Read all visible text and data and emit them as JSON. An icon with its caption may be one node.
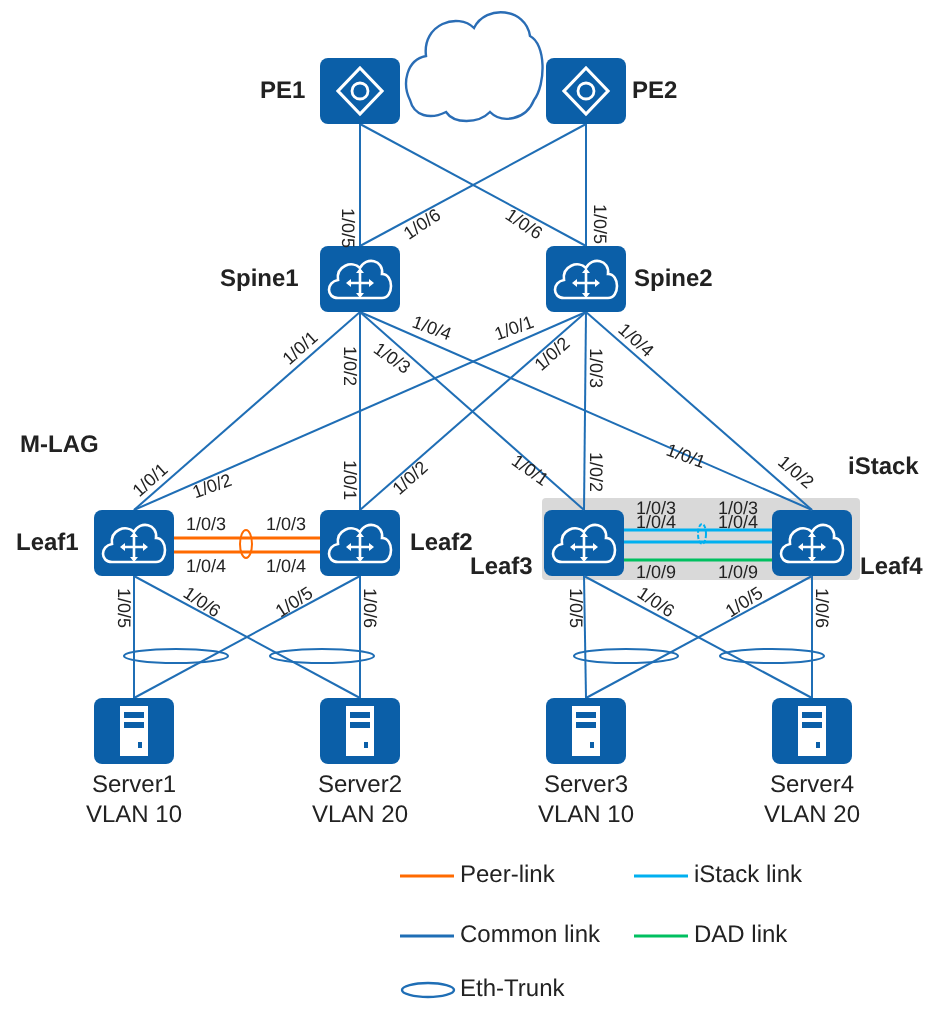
{
  "diagram": {
    "nodes": [
      {
        "text": [],
        "shape": "cloud"
      },
      {
        "text": [
          "PE1"
        ]
      },
      {
        "text": [
          "PE2"
        ]
      },
      {
        "text": [
          "Spine1"
        ]
      },
      {
        "text": [
          "Spine2"
        ]
      },
      {
        "text": [
          "Leaf1"
        ]
      },
      {
        "text": [
          "Leaf2"
        ]
      },
      {
        "text": [
          "iStack"
        ]
      },
      {
        "text": [
          "Leaf3"
        ],
        "in": 7
      },
      {
        "text": [
          "Leaf4"
        ],
        "in": 7
      },
      {
        "text": [
          "Server1 VLAN 10"
        ]
      },
      {
        "text": [
          "Server2 VLAN 20"
        ]
      },
      {
        "text": [
          "Server3 VLAN 10"
        ]
      },
      {
        "text": [
          "Server4 VLAN 20"
        ]
      }
    ],
    "edges": [
      {
        "from": 1,
        "to": 3,
        "arrow": "none"
      },
      {
        "from": 1,
        "to": 4,
        "arrow": "none"
      },
      {
        "from": 2,
        "to": 3,
        "arrow": "none"
      },
      {
        "from": 2,
        "to": 4,
        "arrow": "none"
      },
      {
        "from": 3,
        "to": 5,
        "arrow": "none"
      },
      {
        "from": 3,
        "to": 6,
        "arrow": "none"
      },
      {
        "from": 3,
        "to": 8,
        "arrow": "none"
      },
      {
        "from": 3,
        "to": 9,
        "arrow": "none"
      },
      {
        "from": 4,
        "to": 5,
        "arrow": "none"
      },
      {
        "from": 4,
        "to": 6,
        "arrow": "none"
      },
      {
        "from": 4,
        "to": 8,
        "arrow": "none"
      },
      {
        "from": 4,
        "to": 9,
        "arrow": "none"
      },
      {
        "from": 5,
        "to": 6,
        "arrow": "none",
        "color": "#ff6a00"
      },
      {
        "from": 5,
        "to": 6,
        "arrow": "none",
        "color": "#ff6a00"
      },
      {
        "from": 8,
        "to": 9,
        "arrow": "none",
        "color": "#00b0f0"
      },
      {
        "from": 8,
        "to": 9,
        "arrow": "none",
        "color": "#00b0f0"
      },
      {
        "from": 8,
        "to": 9,
        "arrow": "none",
        "color": "#00c060"
      },
      {
        "from": 5,
        "to": 10,
        "arrow": "none"
      },
      {
        "from": 5,
        "to": 11,
        "arrow": "none"
      },
      {
        "from": 6,
        "to": 10,
        "arrow": "none"
      },
      {
        "from": 6,
        "to": 11,
        "arrow": "none"
      },
      {
        "from": 8,
        "to": 12,
        "arrow": "none"
      },
      {
        "from": 8,
        "to": 13,
        "arrow": "none"
      },
      {
        "from": 9,
        "to": 12,
        "arrow": "none"
      },
      {
        "from": 9,
        "to": 13,
        "arrow": "none"
      }
    ],
    "labels": [
      "1/0/5",
      "1/0/6",
      "1/0/6",
      "1/0/5",
      "1/0/1",
      "1/0/2",
      "1/0/3",
      "1/0/4",
      "1/0/1",
      "1/0/2",
      "1/0/3",
      "1/0/4",
      "M-LAG",
      "1/0/1",
      "1/0/2",
      "1/0/1",
      "1/0/2",
      "1/0/1",
      "1/0/2",
      "1/0/1",
      "1/0/2",
      "1/0/3",
      "1/0/3",
      "1/0/3",
      "1/0/3",
      "1/0/4",
      "1/0/4",
      "1/0/4",
      "1/0/4",
      "1/0/9",
      "1/0/9",
      "1/0/5",
      "1/0/6",
      "1/0/5",
      "1/0/6",
      "1/0/5",
      "1/0/6",
      "1/0/5",
      "1/0/6"
    ],
    "legend": [
      {
        "text": "Peer-link",
        "color": "#ff6a00"
      },
      {
        "text": "iStack link",
        "color": "#00b0f0"
      },
      {
        "text": "Common link",
        "color": "#1f6eb5"
      },
      {
        "text": "DAD link",
        "color": "#00c060"
      },
      {
        "text": "Eth-Trunk"
      }
    ]
  }
}
